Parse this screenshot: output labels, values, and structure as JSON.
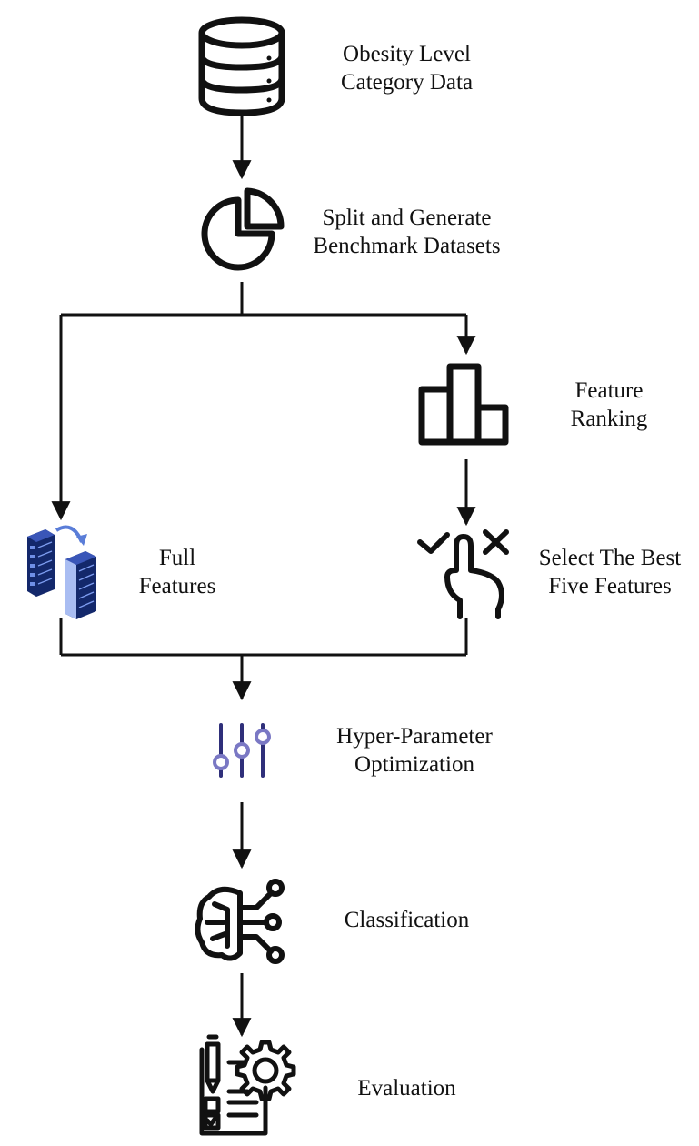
{
  "steps": {
    "data": {
      "line1": "Obesity Level",
      "line2": "Category Data",
      "icon": "database-icon"
    },
    "split": {
      "line1": "Split and Generate",
      "line2": "Benchmark Datasets",
      "icon": "pie-chart-icon"
    },
    "ranking": {
      "line1": "Feature",
      "line2": "Ranking",
      "icon": "bar-chart-icon"
    },
    "full": {
      "line1": "Full",
      "line2": "Features",
      "icon": "servers-icon"
    },
    "select": {
      "line1": "Select The Best",
      "line2": "Five Features",
      "icon": "hand-select-icon"
    },
    "hpo": {
      "line1": "Hyper-Parameter",
      "line2": "Optimization",
      "icon": "sliders-icon"
    },
    "classification": {
      "line1": "Classification",
      "icon": "ai-brain-icon"
    },
    "evaluation": {
      "line1": "Evaluation",
      "icon": "report-gear-icon"
    }
  },
  "colors": {
    "stroke": "#111111",
    "accent_blue": "#2f2f7a",
    "slider_knob": "#7a78c4",
    "server_blue": "#1f3a8a"
  }
}
